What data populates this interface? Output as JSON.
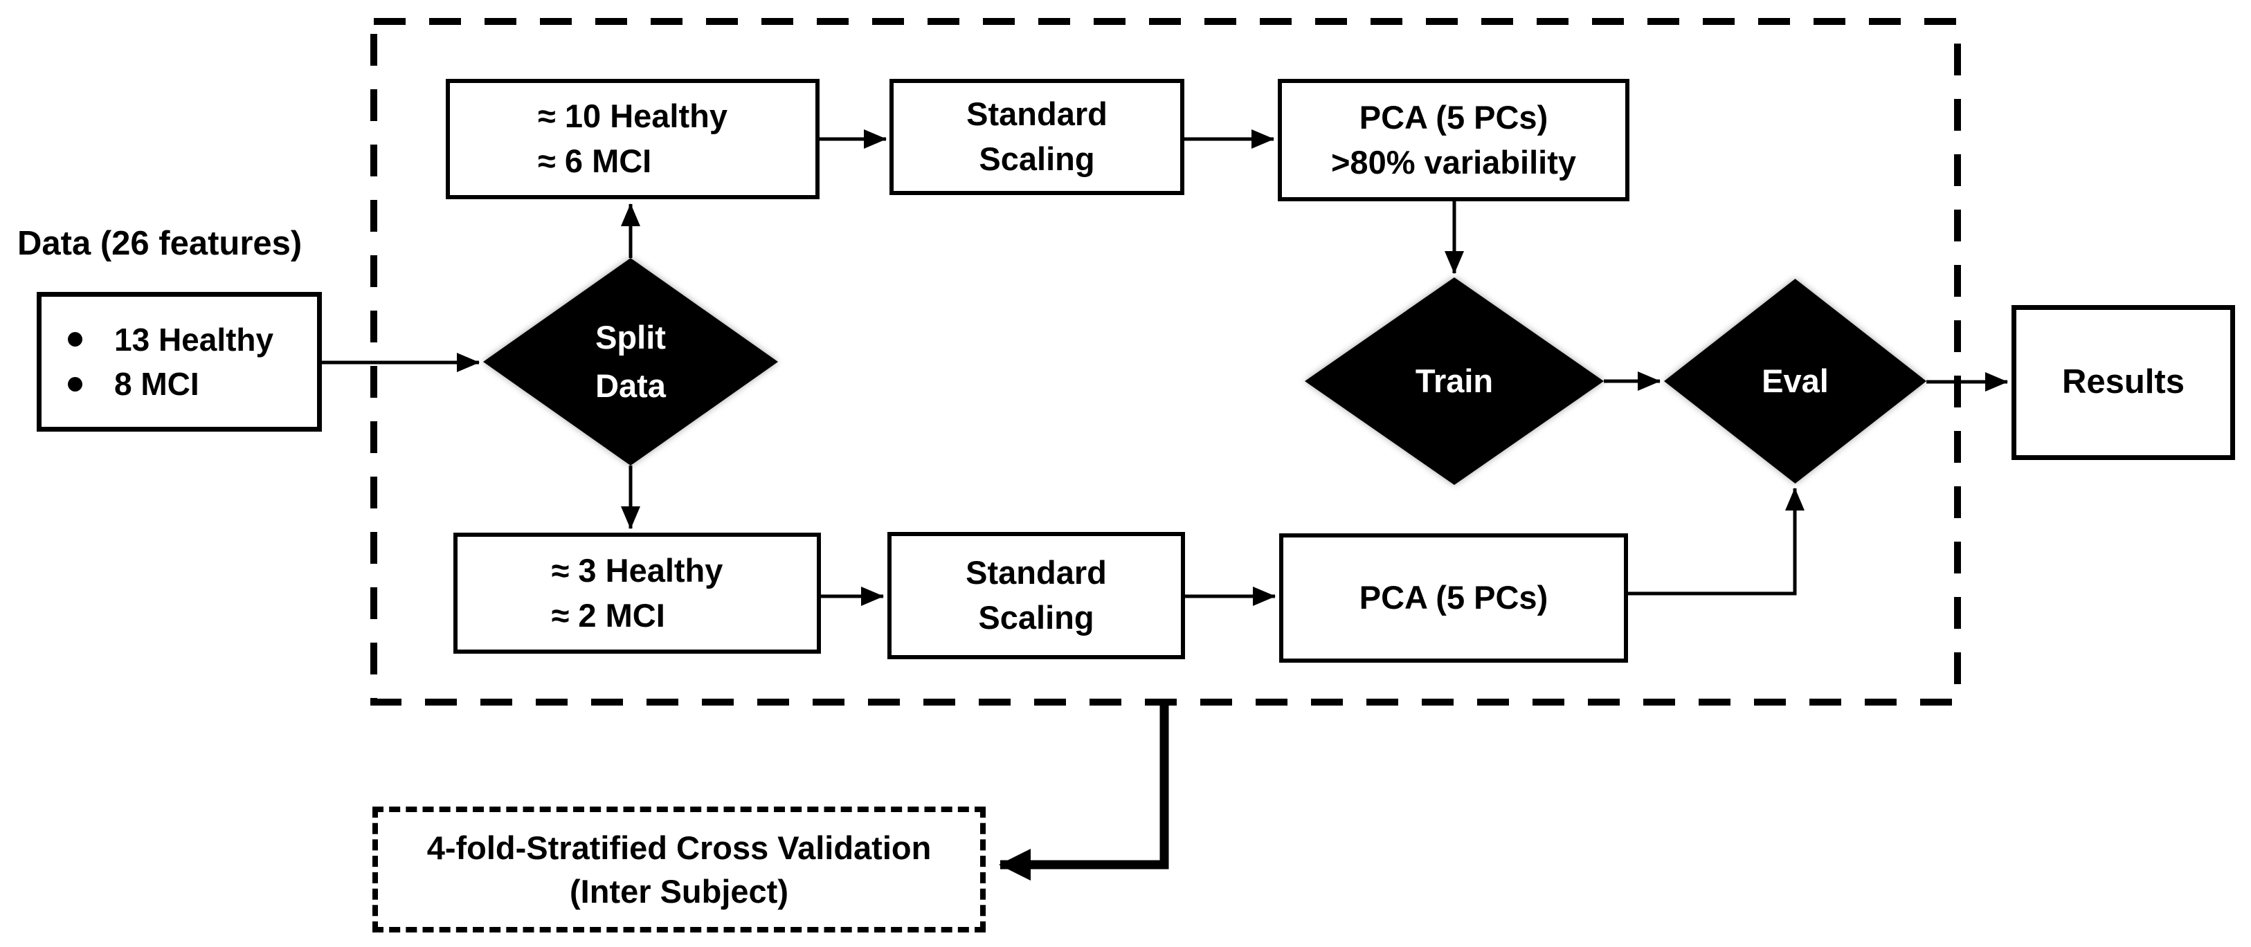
{
  "diagram": {
    "colors": {
      "ink": "#000000",
      "background": "#ffffff",
      "diamond_fill": "#000000",
      "diamond_text": "#ffffff"
    },
    "data_source": {
      "label": "Data (26 features)",
      "items": [
        "13 Healthy",
        "8 MCI"
      ]
    },
    "pipeline": {
      "split_diamond": {
        "line1": "Split",
        "line2": "Data"
      },
      "train_branch": {
        "split_box": {
          "line1": "≈ 10 Healthy",
          "line2": "≈ 6 MCI"
        },
        "scaling_box": {
          "line1": "Standard",
          "line2": "Scaling"
        },
        "pca_box": {
          "line1": "PCA (5 PCs)",
          "line2": ">80% variability"
        }
      },
      "test_branch": {
        "split_box": {
          "line1": "≈ 3 Healthy",
          "line2": "≈ 2 MCI"
        },
        "scaling_box": {
          "line1": "Standard",
          "line2": "Scaling"
        },
        "pca_box": {
          "line1": "PCA (5 PCs)"
        }
      },
      "train_diamond": {
        "label": "Train"
      },
      "eval_diamond": {
        "label": "Eval"
      }
    },
    "results_box": {
      "label": "Results"
    },
    "cross_validation_box": {
      "line1": "4-fold-Stratified Cross Validation",
      "line2": "(Inter Subject)"
    }
  }
}
